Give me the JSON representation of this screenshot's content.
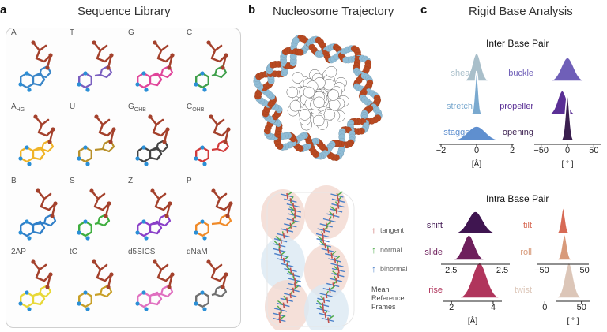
{
  "panel_a": {
    "letter": "a",
    "title": "Sequence Library",
    "cells": [
      {
        "label": "A",
        "color": "#3a86c8"
      },
      {
        "label": "T",
        "color": "#7a5fc0"
      },
      {
        "label": "G",
        "color": "#e0459a"
      },
      {
        "label": "C",
        "color": "#3f9f4b"
      },
      {
        "label": "A",
        "sub": "HG",
        "color": "#f0b428"
      },
      {
        "label": "U",
        "color": "#b8902a"
      },
      {
        "label": "G",
        "sub": "OHB",
        "color": "#444444"
      },
      {
        "label": "C",
        "sub": "OHB",
        "color": "#d23a3a"
      },
      {
        "label": "B",
        "color": "#2f7fc8"
      },
      {
        "label": "S",
        "color": "#3fae3f"
      },
      {
        "label": "Z",
        "color": "#8a3fc8"
      },
      {
        "label": "P",
        "color": "#f08a28"
      },
      {
        "label": "2AP",
        "color": "#e8d838"
      },
      {
        "label": "tC",
        "color": "#c8a028"
      },
      {
        "label": "d5SICS",
        "color": "#e070c0"
      },
      {
        "label": "dNaM",
        "color": "#707070"
      }
    ]
  },
  "panel_b": {
    "letter": "b",
    "title": "Nucleosome Trajectory",
    "legend": [
      {
        "label": "tangent",
        "color": "#c0504d"
      },
      {
        "label": "normal",
        "color": "#4caa48"
      },
      {
        "label": "binormal",
        "color": "#4a7fc8"
      }
    ],
    "mean_label": "Mean Reference Frames"
  },
  "panel_c": {
    "letter": "c",
    "title": "Rigid Base Analysis",
    "inter_title": "Inter Base Pair",
    "intra_title": "Intra Base Pair",
    "colors": {
      "shear": "#a9bfca",
      "stretch": "#7aa9cf",
      "stagger": "#5f8fcf",
      "buckle": "#6f5fb8",
      "propeller": "#5a2f95",
      "opening": "#3a1f4f",
      "shift": "#3f1550",
      "slide": "#6e1f5c",
      "rise": "#b0355c",
      "tilt": "#d76a55",
      "roll": "#d89a7a",
      "twist": "#dcc6b8"
    },
    "chart_data": [
      {
        "type": "area",
        "group": "Inter Base Pair translational",
        "xlabel": "[Å]",
        "xticks": [
          "−2",
          "0",
          "2"
        ],
        "xlim": [
          -2,
          2
        ],
        "series": [
          {
            "name": "shear",
            "mean": 0.0,
            "sd": 0.25
          },
          {
            "name": "stretch",
            "mean": 0.0,
            "sd": 0.1
          },
          {
            "name": "stagger",
            "mean": 0.0,
            "sd": 0.5
          }
        ]
      },
      {
        "type": "area",
        "group": "Inter Base Pair rotational",
        "xlabel": "[ ° ]",
        "xticks": [
          "−50",
          "0",
          "50"
        ],
        "xlim": [
          -60,
          60
        ],
        "series": [
          {
            "name": "buckle",
            "mean": 0,
            "sd": 12
          },
          {
            "name": "propeller",
            "mean": -10,
            "sd": 9
          },
          {
            "name": "opening",
            "mean": 0,
            "sd": 4
          }
        ]
      },
      {
        "type": "area",
        "group": "Intra Base Pair translational",
        "xlabel": "[Å]",
        "xticks_top": [
          "−2.5",
          "2.5"
        ],
        "xticks": [
          "2",
          "4"
        ],
        "series": [
          {
            "name": "shift",
            "mean": 0.0,
            "sd": 0.7
          },
          {
            "name": "slide",
            "mean": -0.6,
            "sd": 0.55
          },
          {
            "name": "rise",
            "mean": 3.35,
            "sd": 0.35
          }
        ]
      },
      {
        "type": "area",
        "group": "Intra Base Pair rotational",
        "xlabel": "[ ° ]",
        "xticks_top": [
          "−50",
          "50"
        ],
        "xticks": [
          "0",
          "50"
        ],
        "series": [
          {
            "name": "tilt",
            "mean": 0,
            "sd": 5
          },
          {
            "name": "roll",
            "mean": 3,
            "sd": 6
          },
          {
            "name": "twist",
            "mean": 33,
            "sd": 6
          }
        ]
      }
    ]
  }
}
